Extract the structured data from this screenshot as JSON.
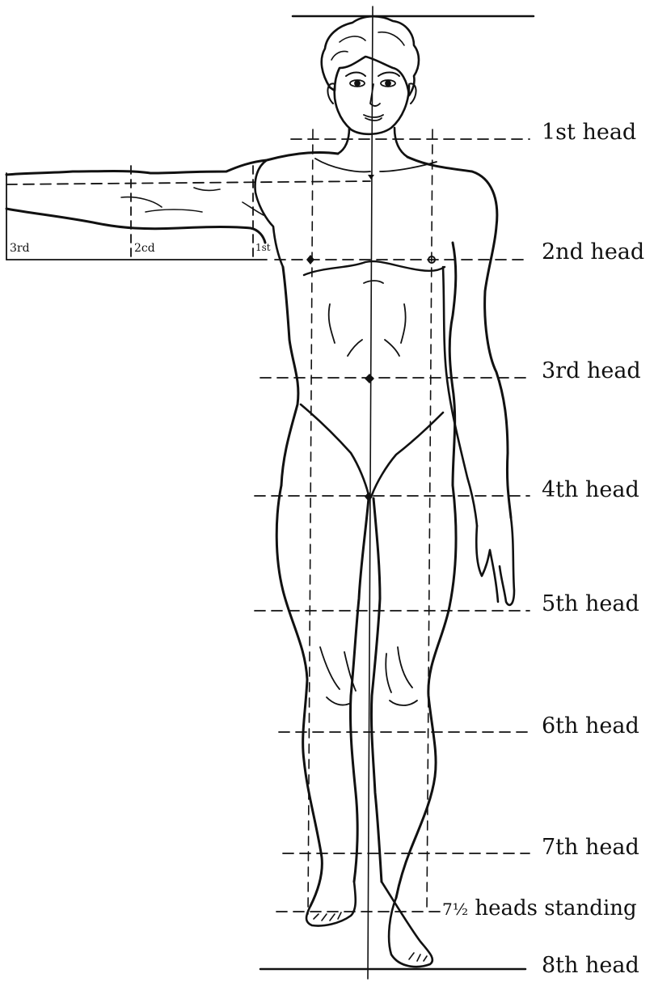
{
  "labels": {
    "head_1": "1st head",
    "head_2": "2nd head",
    "head_3": "3rd head",
    "head_4": "4th head",
    "head_5": "5th head",
    "head_6": "6th head",
    "head_7": "7th head",
    "heads_standing_value": "7½",
    "heads_standing_text": "heads standing",
    "head_8": "8th head"
  },
  "arm_labels": {
    "first": "1st",
    "second": "2cd",
    "third": "3rd"
  },
  "colors": {
    "ink": "#111111",
    "paper": "#ffffff"
  }
}
